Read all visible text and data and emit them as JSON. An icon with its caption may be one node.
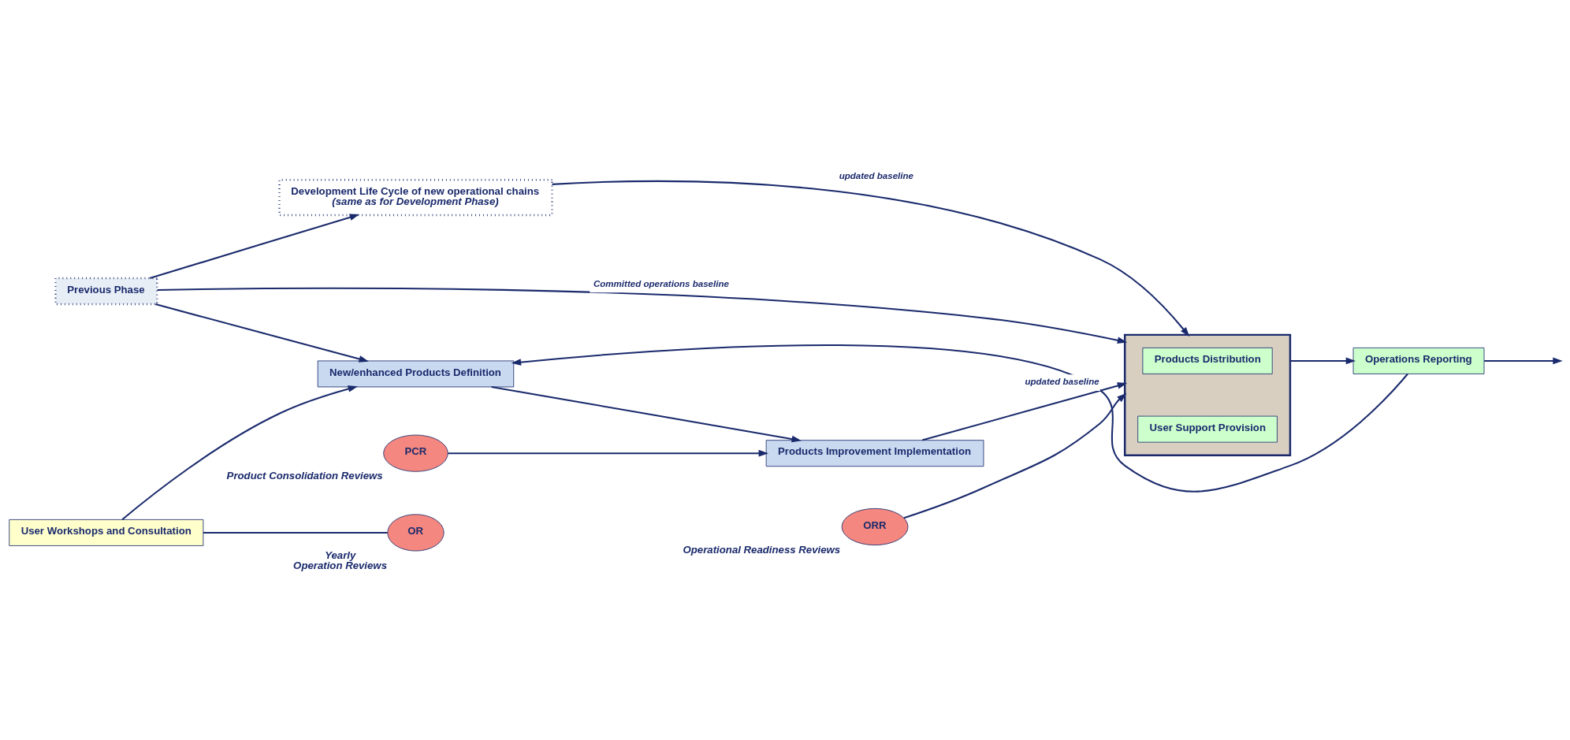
{
  "diagram": {
    "nodes": [
      {
        "text": [
          "Previous Phase"
        ]
      },
      {
        "text": [
          "Development Life Cycle of new operational chains",
          "(same as for Development Phase)"
        ]
      },
      {
        "text": [
          "ORR"
        ],
        "beside": [
          "Operational Readiness Reviews"
        ]
      },
      {
        "text": [],
        "shape": "box"
      },
      {
        "text": [
          "Products Distribution"
        ],
        "in": 3
      },
      {
        "text": [
          "User Support Provision"
        ],
        "in": 3
      },
      {
        "text": [
          "Operations Reporting"
        ]
      },
      {
        "text": [
          "PCR"
        ],
        "beside": [
          "Product Consolidation Reviews"
        ]
      },
      {
        "text": [
          "New/enhanced Products Definition"
        ]
      },
      {
        "text": [
          "Products Improvement Implementation"
        ]
      },
      {
        "text": [
          "User Workshops and Consultation"
        ]
      },
      {
        "text": [
          "OR"
        ],
        "beside": [
          "Yearly",
          "Operation Reviews"
        ]
      }
    ],
    "edges": [
      {
        "from": 0,
        "to": 3,
        "arrow": "to",
        "label": "Committed operations baseline"
      },
      {
        "from": 0,
        "to": 1,
        "arrow": "to"
      },
      {
        "from": 0,
        "to": 8,
        "arrow": "to"
      },
      {
        "from": 1,
        "to": 3,
        "arrow": "to",
        "label": "updated baseline"
      },
      {
        "from": 2,
        "to": 3,
        "arrow": "to"
      },
      {
        "from": 9,
        "to": 3,
        "arrow": "to",
        "label": "updated baseline"
      },
      {
        "from": 3,
        "to": 6,
        "arrow": "to"
      },
      {
        "from": 6,
        "to": null,
        "arrow": "to"
      },
      {
        "from": 8,
        "to": 9,
        "arrow": "to"
      },
      {
        "from": 7,
        "to": 9,
        "arrow": "to"
      },
      {
        "from": 10,
        "to": 11,
        "arrow": "none"
      },
      {
        "from": 6,
        "to": 8,
        "arrow": "to"
      },
      {
        "from": 10,
        "to": 8,
        "arrow": "to"
      }
    ]
  }
}
